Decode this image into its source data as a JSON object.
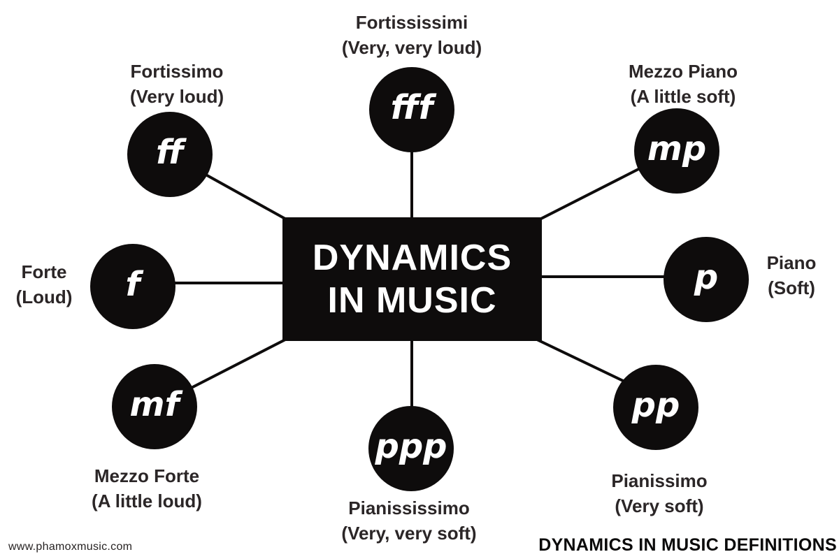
{
  "title": {
    "line1": "DYNAMICS",
    "line2": "IN MUSIC"
  },
  "nodes": [
    {
      "symbol": "fff",
      "name": "Fortississimi",
      "description": "(Very, very loud)"
    },
    {
      "symbol": "ff",
      "name": "Fortissimo",
      "description": "(Very loud)"
    },
    {
      "symbol": "mp",
      "name": "Mezzo Piano",
      "description": "(A little soft)"
    },
    {
      "symbol": "f",
      "name": "Forte",
      "description": "(Loud)"
    },
    {
      "symbol": "p",
      "name": "Piano",
      "description": "(Soft)"
    },
    {
      "symbol": "mf",
      "name": "Mezzo Forte",
      "description": "(A little loud)"
    },
    {
      "symbol": "ppp",
      "name": "Pianississimo",
      "description": "(Very, very soft)"
    },
    {
      "symbol": "pp",
      "name": "Pianissimo",
      "description": "(Very soft)"
    }
  ],
  "footer": {
    "website": "www.phamoxmusic.com",
    "caption": "DYNAMICS IN MUSIC DEFINITIONS"
  },
  "colors": {
    "background": "#ffffff",
    "shape_fill": "#0e0c0c",
    "label_text": "#2b2627",
    "title_text": "#ffffff"
  }
}
